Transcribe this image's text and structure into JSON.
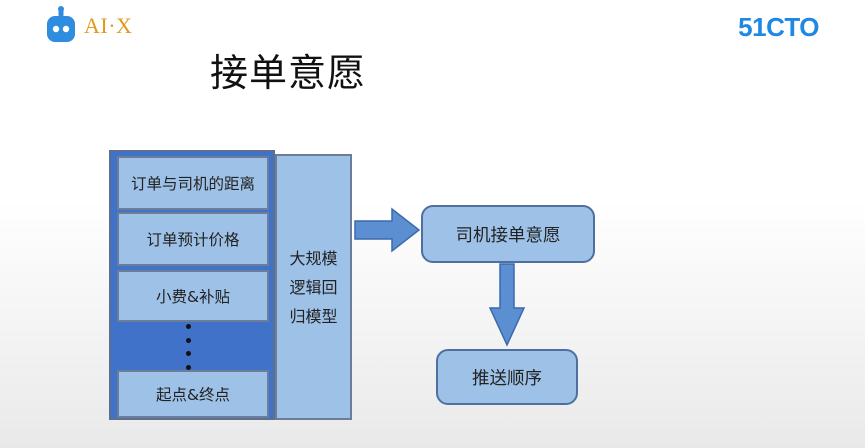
{
  "header": {
    "left_logo_text": "AI·X",
    "left_logo_icon": "robot-icon",
    "right_logo_text": "51CTO"
  },
  "title": "接单意愿",
  "features": [
    "订单与司机的距离",
    "订单预计价格",
    "小费&补贴",
    "起点&终点"
  ],
  "model_lines": [
    "大规模",
    "逻辑回",
    "归模型"
  ],
  "outputs": {
    "willingness": "司机接单意愿",
    "push_order": "推送顺序"
  },
  "colors": {
    "box_fill": "#9ec1e8",
    "panel_fill": "#3f72c8",
    "arrow_fill": "#5b8fd1",
    "brand_orange": "#e29a1a",
    "brand_blue": "#1e88e5"
  }
}
